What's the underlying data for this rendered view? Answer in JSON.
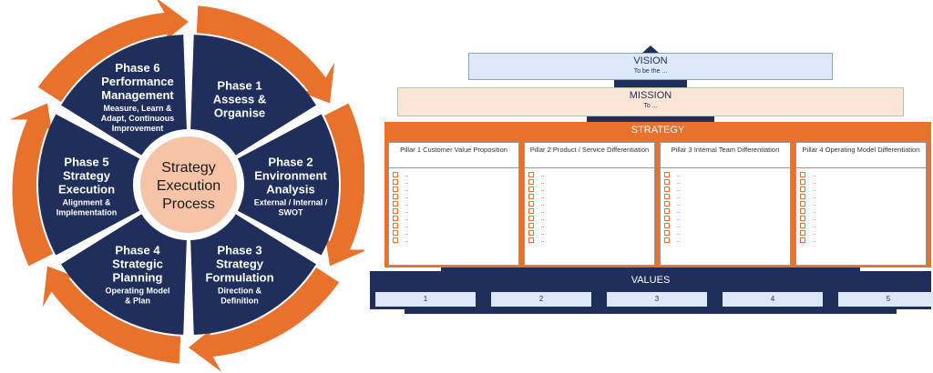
{
  "cycle": {
    "center": [
      "Strategy",
      "Execution",
      "Process"
    ],
    "phases": [
      {
        "title": [
          "Phase 1",
          "Assess &",
          "Organise"
        ],
        "sub": []
      },
      {
        "title": [
          "Phase 2",
          "Environment",
          "Analysis"
        ],
        "sub": [
          "External / Internal /",
          "SWOT"
        ]
      },
      {
        "title": [
          "Phase 3",
          "Strategy",
          "Formulation"
        ],
        "sub": [
          "Direction &",
          "Definition"
        ]
      },
      {
        "title": [
          "Phase 4",
          "Strategic",
          "Planning"
        ],
        "sub": [
          "Operating Model",
          "& Plan"
        ]
      },
      {
        "title": [
          "Phase 5",
          "Strategy",
          "Execution"
        ],
        "sub": [
          "Alignment &",
          "Implementation"
        ]
      },
      {
        "title": [
          "Phase 6",
          "Performance",
          "Management"
        ],
        "sub": [
          "Measure, Learn &",
          "Adapt, Continuous",
          "Improvement"
        ]
      }
    ],
    "colors": {
      "segment": "#1f2e5a",
      "ring": "#e8722c",
      "center": "#f6c3a6"
    }
  },
  "house": {
    "vision": {
      "title": "VISION",
      "sub": "To be the ..."
    },
    "mission": {
      "title": "MISSION",
      "sub": "To ..."
    },
    "strategy": "STRATEGY",
    "pillars": [
      {
        "title": "Pillar 1 Customer Value Proposition"
      },
      {
        "title": "Pillar 2 Product / Service Differentiation"
      },
      {
        "title": "Pillar 3 Internal Team Differentiation"
      },
      {
        "title": "Pillar 4 Operating Model Differentiation"
      }
    ],
    "bullet_text": "..",
    "bullet_count": 10,
    "values": {
      "title": "VALUES",
      "items": [
        "1",
        "2",
        "3",
        "4",
        "5"
      ]
    }
  }
}
